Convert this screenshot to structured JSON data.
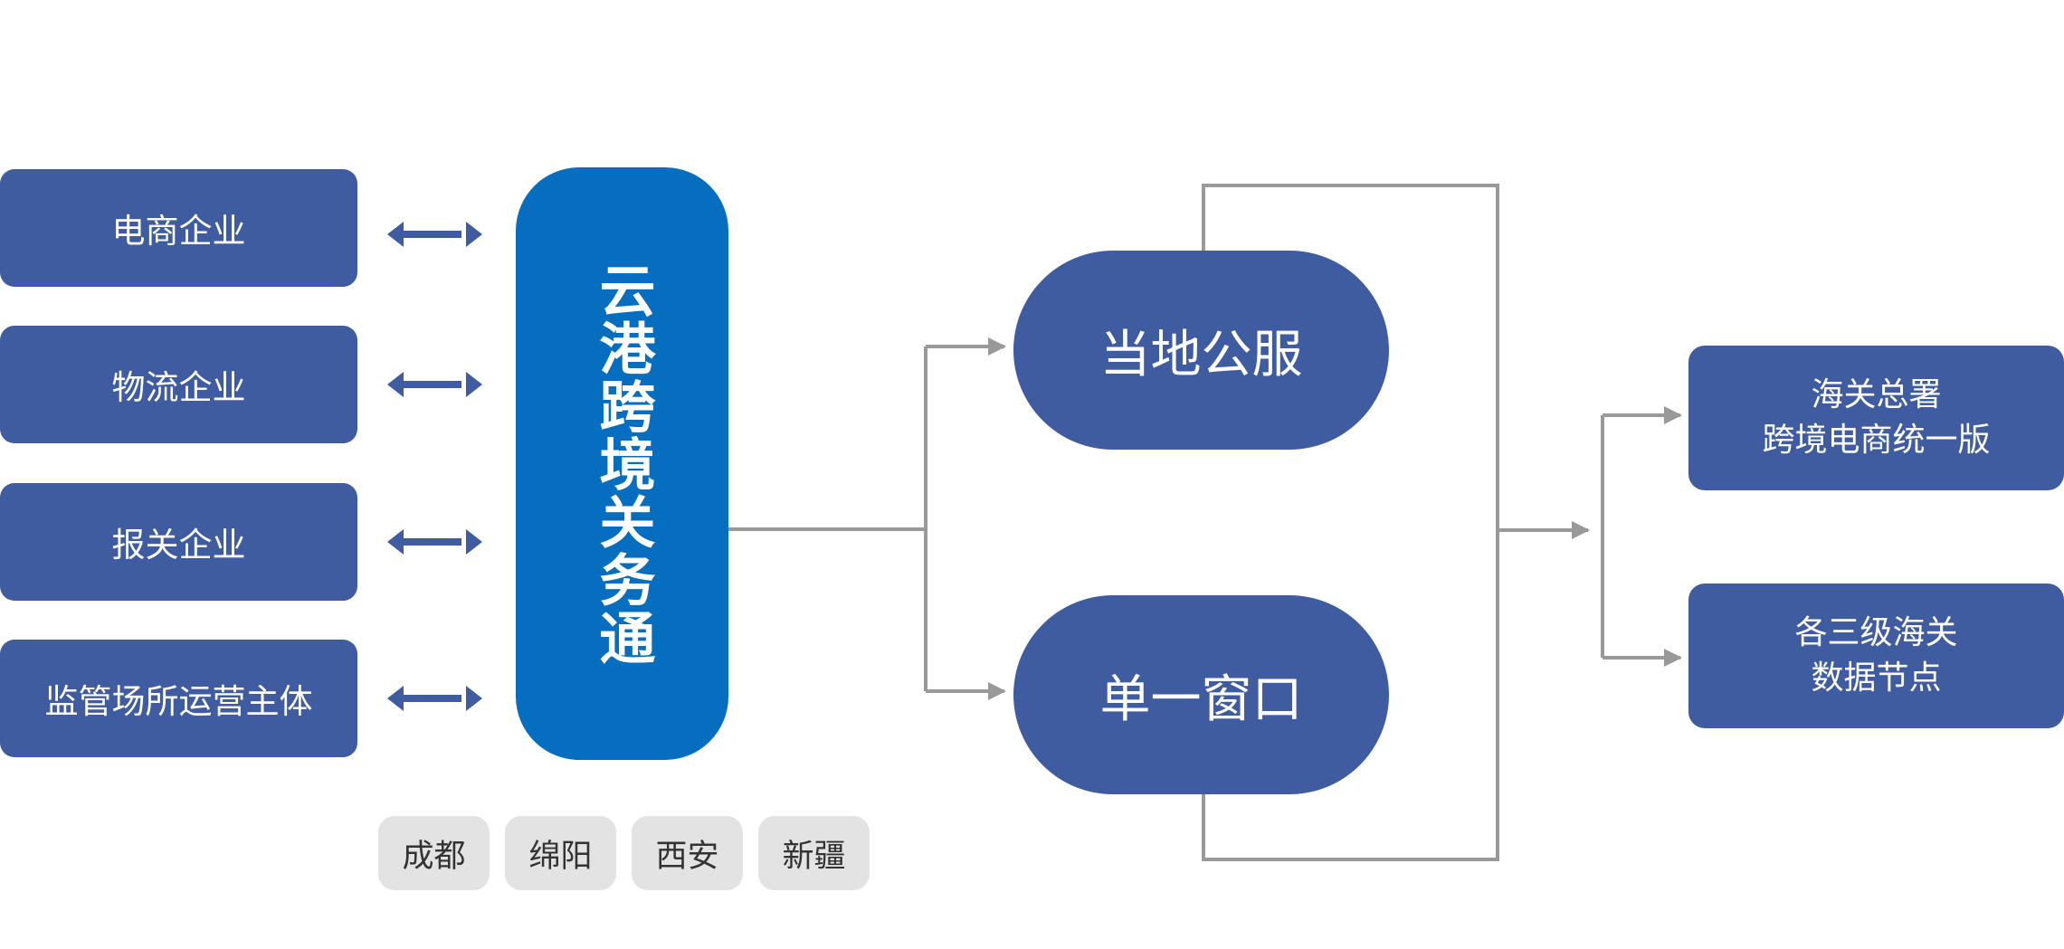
{
  "enterprises": [
    {
      "label": "电商企业"
    },
    {
      "label": "物流企业"
    },
    {
      "label": "报关企业"
    },
    {
      "label": "监管场所运营主体"
    }
  ],
  "hub": {
    "label": "云港跨境关务通"
  },
  "services": [
    {
      "label": "当地公服"
    },
    {
      "label": "单一窗口"
    }
  ],
  "destinations": [
    {
      "line1": "海关总署",
      "line2": "跨境电商统一版"
    },
    {
      "line1": "各三级海关",
      "line2": "数据节点"
    }
  ],
  "locations": [
    {
      "label": "成都"
    },
    {
      "label": "绵阳"
    },
    {
      "label": "西安"
    },
    {
      "label": "新疆"
    }
  ],
  "colors": {
    "node_blue": "#3f5ca0",
    "hub_blue": "#066ebf",
    "connector_gray": "#999999",
    "location_bg": "#e3e3e3"
  }
}
